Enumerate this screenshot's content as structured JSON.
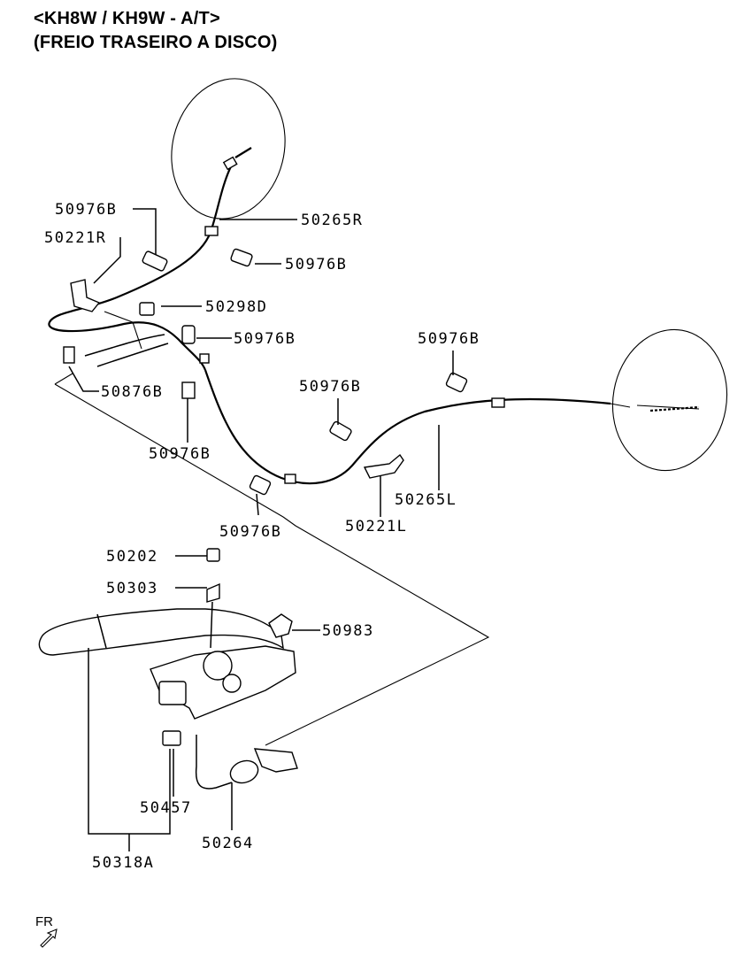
{
  "header": {
    "line1": "<KH8W / KH9W - A/T>",
    "line2": "(FREIO TRASEIRO A DISCO)"
  },
  "labels": {
    "p50976B_a": "50976B",
    "p50221R": "50221R",
    "p50265R": "50265R",
    "p50976B_b": "50976B",
    "p50298D": "50298D",
    "p50976B_c": "50976B",
    "p50876B": "50876B",
    "p50976B_d": "50976B",
    "p50976B_e": "50976B",
    "p50976B_f": "50976B",
    "p50265L": "50265L",
    "p50221L": "50221L",
    "p50976B_g": "50976B",
    "p50202": "50202",
    "p50303": "50303",
    "p50983": "50983",
    "p50457": "50457",
    "p50264": "50264",
    "p50318A": "50318A"
  },
  "orientation": {
    "label": "FR",
    "icon": "front-arrow-icon"
  }
}
